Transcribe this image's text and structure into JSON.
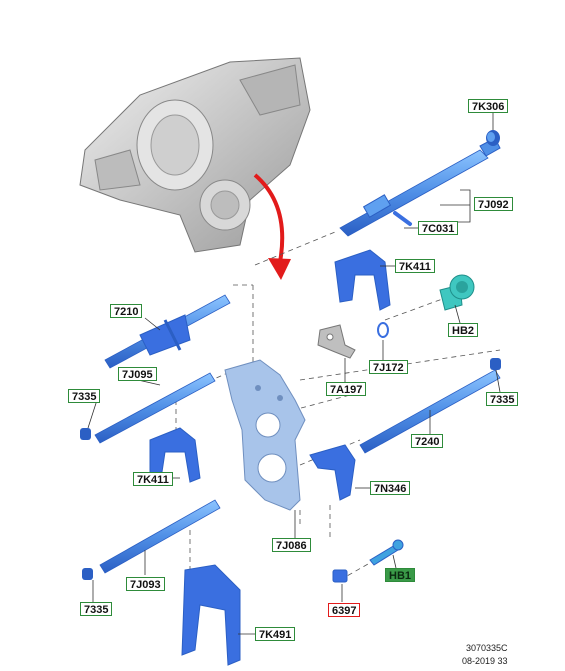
{
  "colors": {
    "part_blue": "#3a6fe0",
    "part_blue_light": "#5fa0f0",
    "part_teal": "#3fc7c0",
    "plate_blue": "#a8c4ea",
    "callout_border": "#2e8b3a",
    "callout_fill": "#3a9a48",
    "callout_highlight": "#e21b1b",
    "arrow_red": "#e21b1b",
    "housing_gray": "#c8c8c8"
  },
  "callouts": {
    "c_7K306": "7K306",
    "c_7J092": "7J092",
    "c_7C031": "7C031",
    "c_7K411_top": "7K411",
    "c_HB2": "HB2",
    "c_7210": "7210",
    "c_7J172": "7J172",
    "c_7J095": "7J095",
    "c_7A197": "7A197",
    "c_7335_left": "7335",
    "c_7335_right": "7335",
    "c_7240": "7240",
    "c_7K411_bottom": "7K411",
    "c_7N346": "7N346",
    "c_7J086": "7J086",
    "c_HB1": "HB1",
    "c_7J093": "7J093",
    "c_7335_bottom": "7335",
    "c_6397": "6397",
    "c_7K491": "7K491"
  },
  "footer": {
    "ref": "3070335C",
    "date": "08-2019 33"
  }
}
